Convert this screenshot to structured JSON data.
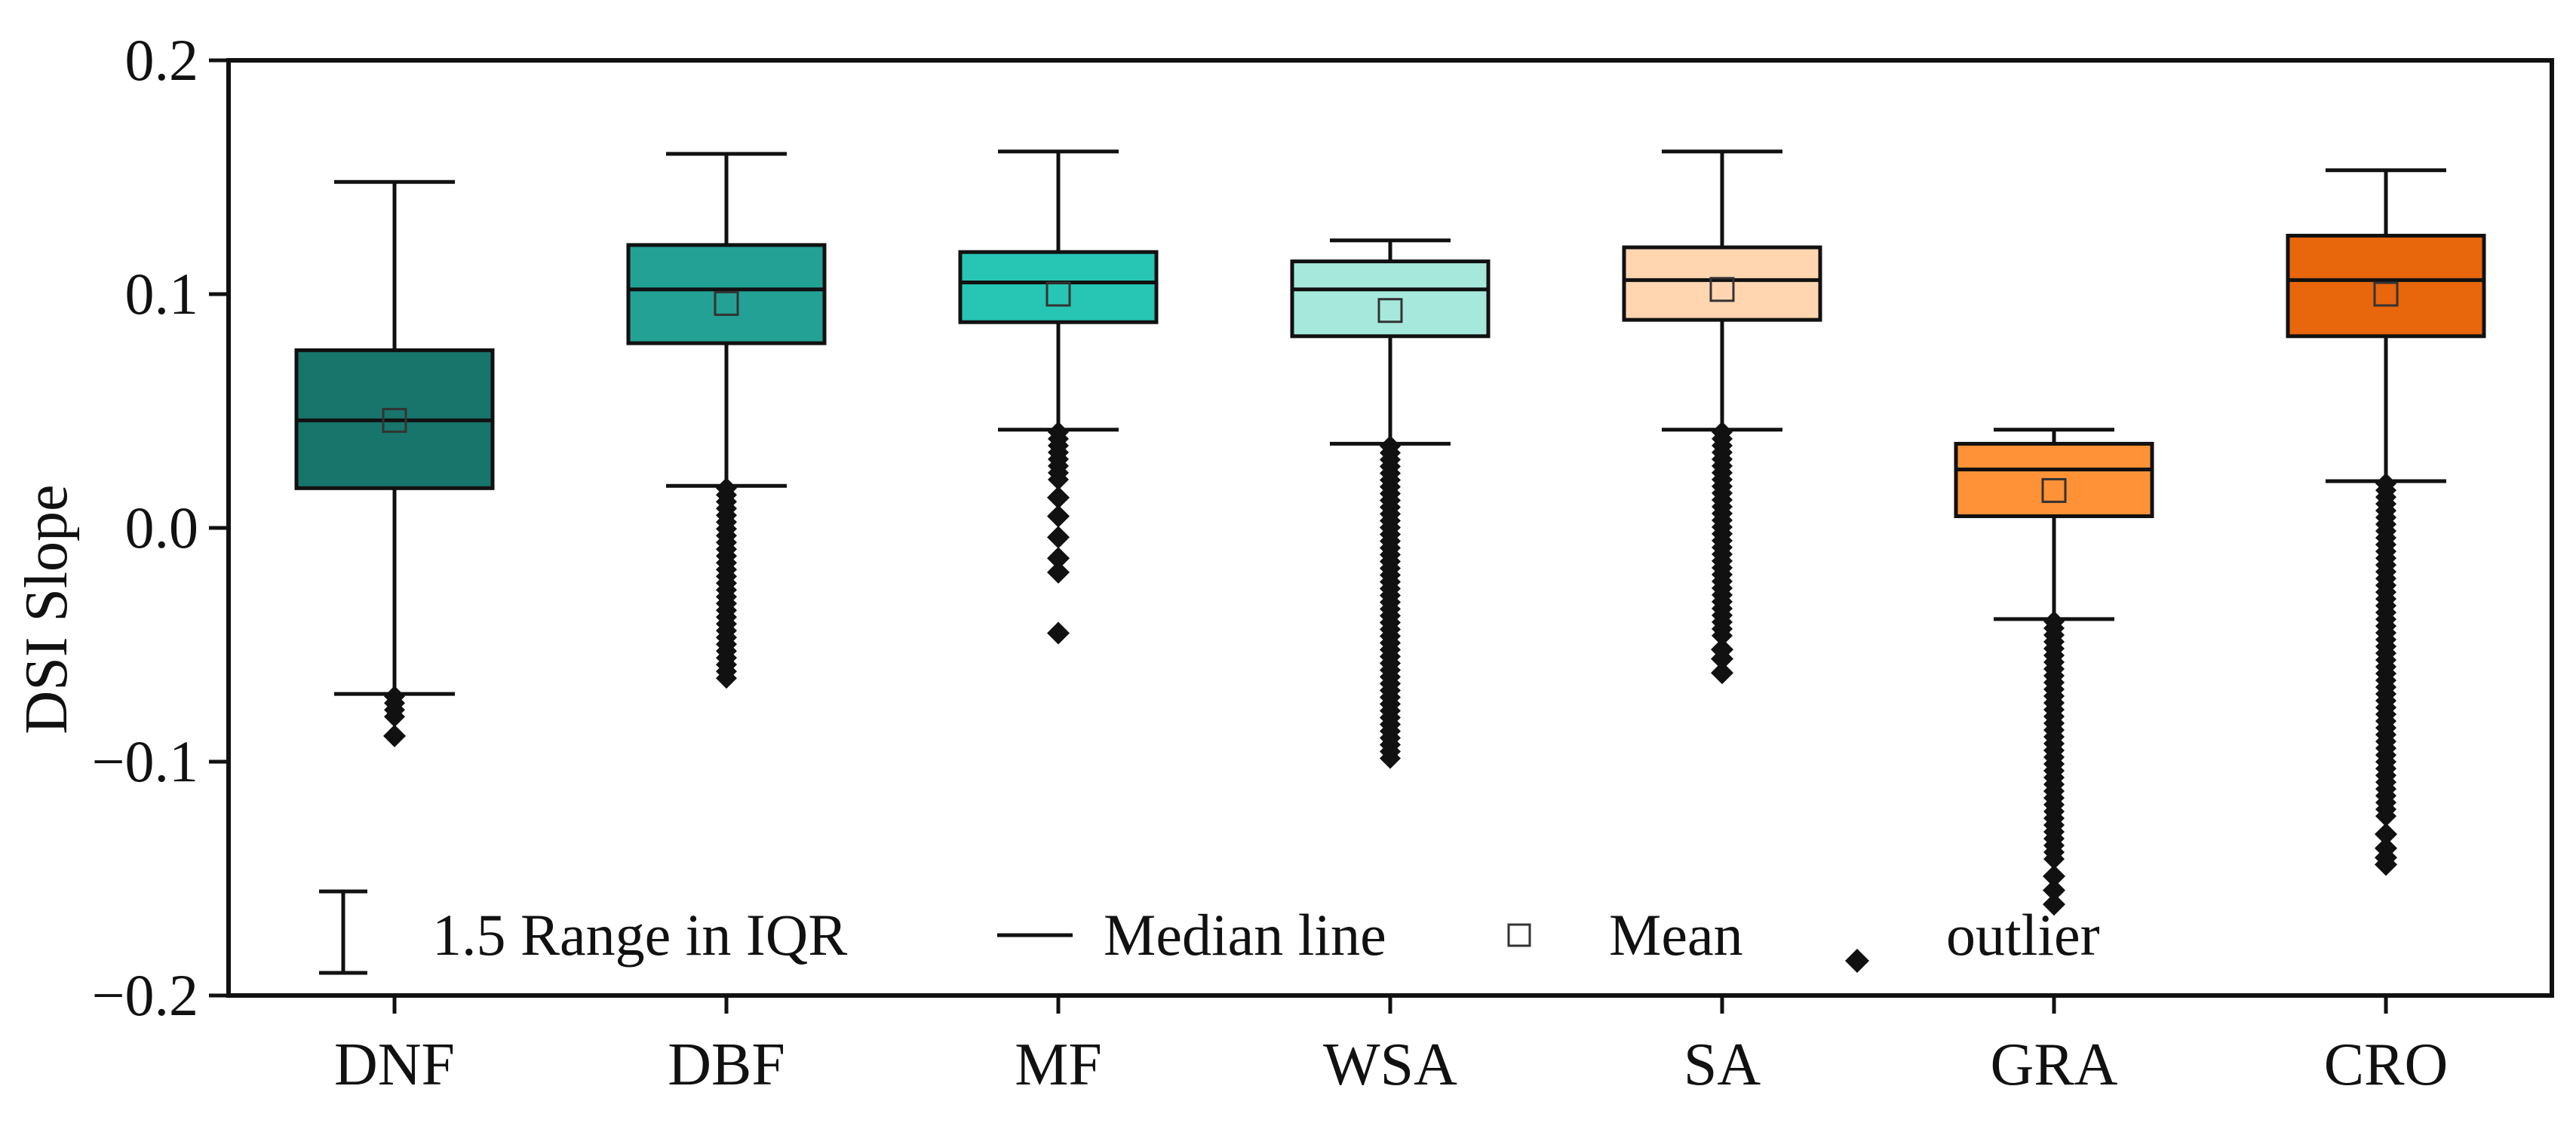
{
  "chart_data": {
    "type": "box",
    "xlabel": "",
    "ylabel": "DSI Slope",
    "ylim": [
      -0.2,
      0.2
    ],
    "yticks": [
      "-0.2",
      "-0.1",
      "0.0",
      "0.1",
      "0.2"
    ],
    "grid": false,
    "categories": [
      "DNF",
      "DBF",
      "MF",
      "WSA",
      "SA",
      "GRA",
      "CRO"
    ],
    "boxes": [
      {
        "category": "DNF",
        "color": "#17756b",
        "whisker_low": -0.071,
        "q1": 0.017,
        "median": 0.046,
        "mean": 0.046,
        "q3": 0.076,
        "whisker_high": 0.148,
        "outliers_from": -0.072,
        "outliers_to": -0.081,
        "outlier_points": [
          -0.089
        ]
      },
      {
        "category": "DBF",
        "color": "#24a195",
        "whisker_low": 0.018,
        "q1": 0.079,
        "median": 0.102,
        "mean": 0.096,
        "q3": 0.121,
        "whisker_high": 0.16,
        "outliers_from": 0.017,
        "outliers_to": -0.067,
        "outlier_points": []
      },
      {
        "category": "MF",
        "color": "#27c5b4",
        "whisker_low": 0.042,
        "q1": 0.088,
        "median": 0.105,
        "mean": 0.1,
        "q3": 0.118,
        "whisker_high": 0.161,
        "outliers_from": 0.041,
        "outliers_to": 0.02,
        "outlier_points": [
          0.013,
          0.005,
          -0.004,
          -0.013,
          -0.019,
          -0.045
        ]
      },
      {
        "category": "WSA",
        "color": "#a6e9dc",
        "whisker_low": 0.036,
        "q1": 0.082,
        "median": 0.102,
        "mean": 0.093,
        "q3": 0.114,
        "whisker_high": 0.123,
        "outliers_from": 0.035,
        "outliers_to": -0.1,
        "outlier_points": []
      },
      {
        "category": "SA",
        "color": "#ffd6b0",
        "whisker_low": 0.042,
        "q1": 0.089,
        "median": 0.106,
        "mean": 0.102,
        "q3": 0.12,
        "whisker_high": 0.161,
        "outliers_from": 0.041,
        "outliers_to": -0.048,
        "outlier_points": [
          -0.052,
          -0.056,
          -0.062
        ]
      },
      {
        "category": "GRA",
        "color": "#ff9236",
        "whisker_low": -0.039,
        "q1": 0.005,
        "median": 0.025,
        "mean": 0.016,
        "q3": 0.036,
        "whisker_high": 0.042,
        "outliers_from": -0.04,
        "outliers_to": -0.143,
        "outlier_points": [
          -0.149,
          -0.155,
          -0.161
        ]
      },
      {
        "category": "CRO",
        "color": "#e8660c",
        "whisker_low": 0.02,
        "q1": 0.082,
        "median": 0.106,
        "mean": 0.1,
        "q3": 0.125,
        "whisker_high": 0.153,
        "outliers_from": 0.019,
        "outliers_to": -0.125,
        "outlier_points": [
          -0.131,
          -0.137,
          -0.141,
          -0.144
        ]
      }
    ],
    "legend": {
      "position": "bottom",
      "items": [
        "1.5 Range in IQR",
        "Median line",
        "Mean",
        "outlier"
      ]
    }
  }
}
